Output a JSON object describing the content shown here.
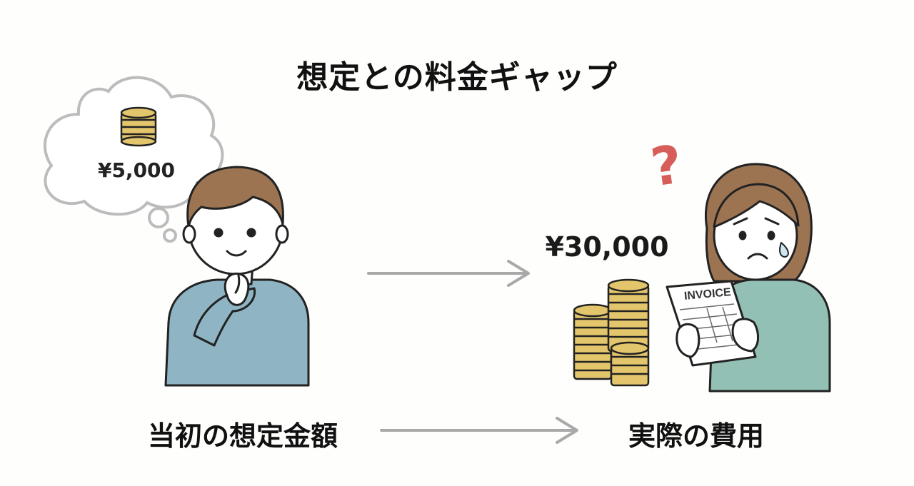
{
  "title": "想定との料金ギャップ",
  "thought_price": "¥5,000",
  "actual_price": "¥30,000",
  "invoice_label": "INVOICE",
  "question_mark": "?",
  "left_caption": "当初の想定金額",
  "right_caption": "実際の費用",
  "colors": {
    "shirt_man": "#8fb5c4",
    "shirt_woman": "#93c0b4",
    "hair": "#9c7452",
    "coin": "#e3c56c",
    "question": "#d75d59",
    "arrow": "#a9a9a9"
  }
}
